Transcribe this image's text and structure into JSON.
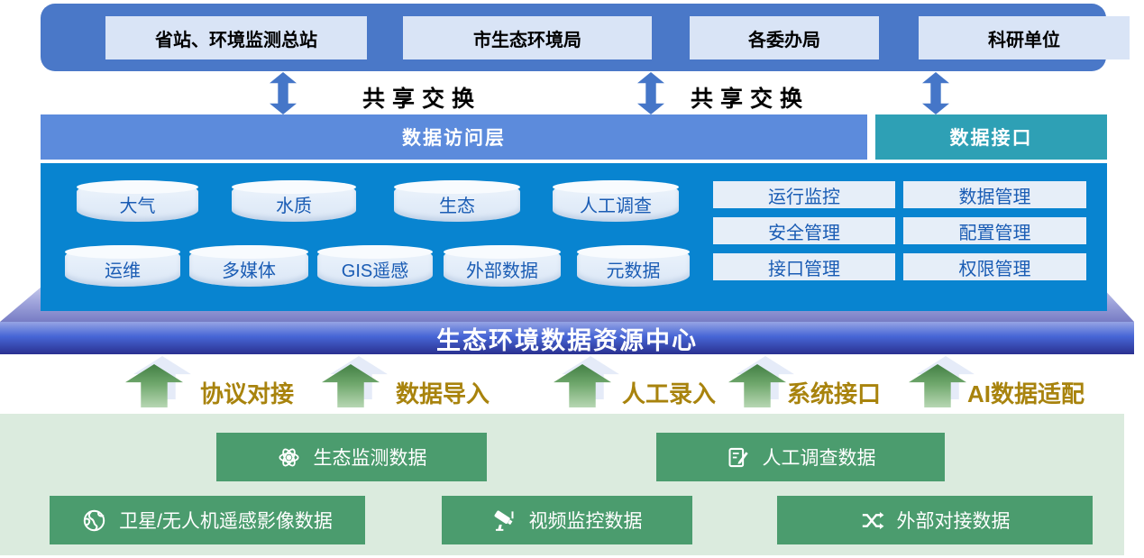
{
  "top_orgs": {
    "items": [
      {
        "label": "省站、环境监测总站"
      },
      {
        "label": "市生态环境局"
      },
      {
        "label": "各委办局"
      },
      {
        "label": "科研单位"
      }
    ]
  },
  "share_exchange": {
    "label_left": "共享交换",
    "label_right": "共享交换"
  },
  "access_layer": {
    "label": "数据访问层"
  },
  "data_interface": {
    "label": "数据接口"
  },
  "data_center": {
    "databases_row1": [
      "大气",
      "水质",
      "生态",
      "人工调查"
    ],
    "databases_row2": [
      "运维",
      "多媒体",
      "GIS遥感",
      "外部数据",
      "元数据"
    ],
    "management_col1": [
      "运行监控",
      "安全管理",
      "接口管理"
    ],
    "management_col2": [
      "数据管理",
      "配置管理",
      "权限管理"
    ]
  },
  "resource_center": {
    "label": "生态环境数据资源中心"
  },
  "ingestion_channels": [
    "协议对接",
    "数据导入",
    "人工录入",
    "系统接口",
    "AI数据适配"
  ],
  "data_sources": {
    "row1": [
      {
        "icon": "atom-icon",
        "label": "生态监测数据"
      },
      {
        "icon": "clipboard-edit-icon",
        "label": "人工调查数据"
      }
    ],
    "row2": [
      {
        "icon": "globe-icon",
        "label": "卫星/无人机遥感影像数据"
      },
      {
        "icon": "cctv-camera-icon",
        "label": "视频监控数据"
      },
      {
        "icon": "shuffle-icon",
        "label": "外部对接数据"
      }
    ]
  },
  "colors": {
    "top_bar": "#4A78C8",
    "org_box": "#D9E4F6",
    "arrow_blue": "#4576C8",
    "access_layer_bar": "#5C8BDC",
    "data_interface_box": "#2EA0B5",
    "data_center_bg": "#0884D0",
    "cylinder": "#E8F0FA",
    "database_text": "#1A5CB4",
    "platform_front_dark": "#2A3190",
    "green_arrow": "#427F44",
    "gold_label": "#A8830D",
    "source_panel": "#DBEBDE",
    "source_box": "#4B9C6E"
  }
}
